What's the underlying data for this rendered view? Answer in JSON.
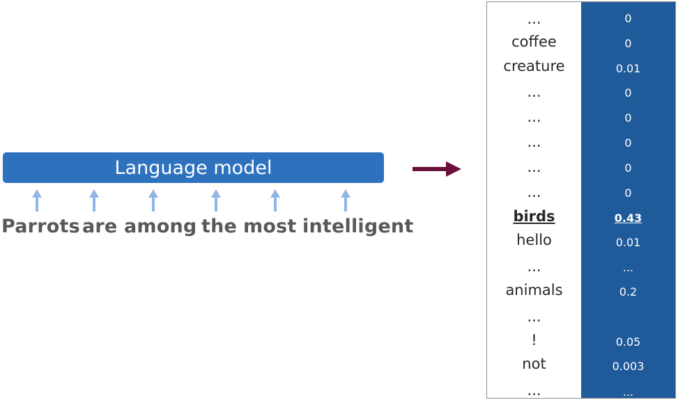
{
  "model": {
    "label": "Language model"
  },
  "input_tokens": [
    "Parrots",
    "are",
    "among",
    "the",
    "most",
    "intelligent"
  ],
  "vocab": [
    {
      "word": "...",
      "prob": "0"
    },
    {
      "word": "coffee",
      "prob": "0"
    },
    {
      "word": "creature",
      "prob": "0.01"
    },
    {
      "word": "...",
      "prob": "0"
    },
    {
      "word": "...",
      "prob": "0"
    },
    {
      "word": "...",
      "prob": "0"
    },
    {
      "word": "...",
      "prob": "0"
    },
    {
      "word": "...",
      "prob": "0"
    },
    {
      "word": "birds",
      "prob": "0.43",
      "highlight": true
    },
    {
      "word": "hello",
      "prob": "0.01"
    },
    {
      "word": "...",
      "prob": "..."
    },
    {
      "word": "animals",
      "prob": "0.2"
    },
    {
      "word": "...",
      "prob": ""
    },
    {
      "word": "!",
      "prob": "0.05"
    },
    {
      "word": "not",
      "prob": "0.003"
    },
    {
      "word": "...",
      "prob": "..."
    }
  ],
  "colors": {
    "model_box": "#2e72be",
    "input_arrow": "#8fb6e6",
    "output_arrow": "#6b0f3a",
    "prob_column": "#1f5a9a"
  },
  "icons": {
    "input_arrow": "arrow-up-icon",
    "output_arrow": "arrow-right-icon"
  }
}
